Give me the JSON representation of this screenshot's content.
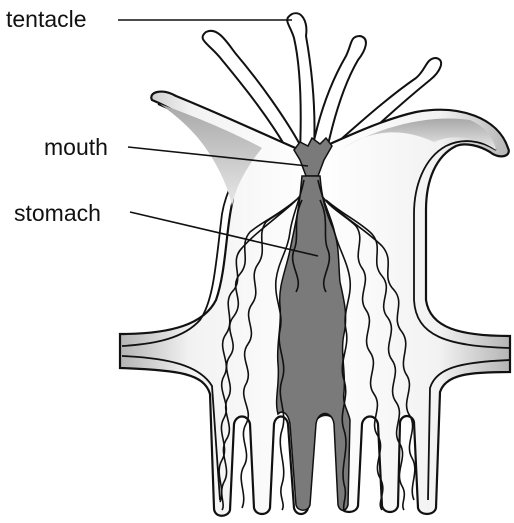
{
  "labels": {
    "tentacle": "tentacle",
    "mouth": "mouth",
    "stomach": "stomach"
  },
  "colors": {
    "outline": "#111111",
    "stomach_fill": "#7a7a7a",
    "mesentery_fill": "#8c8c8c",
    "body_fill_light": "#ffffff",
    "body_fill_dark": "#b9b9b9",
    "tentacle_fill": "#ffffff"
  }
}
